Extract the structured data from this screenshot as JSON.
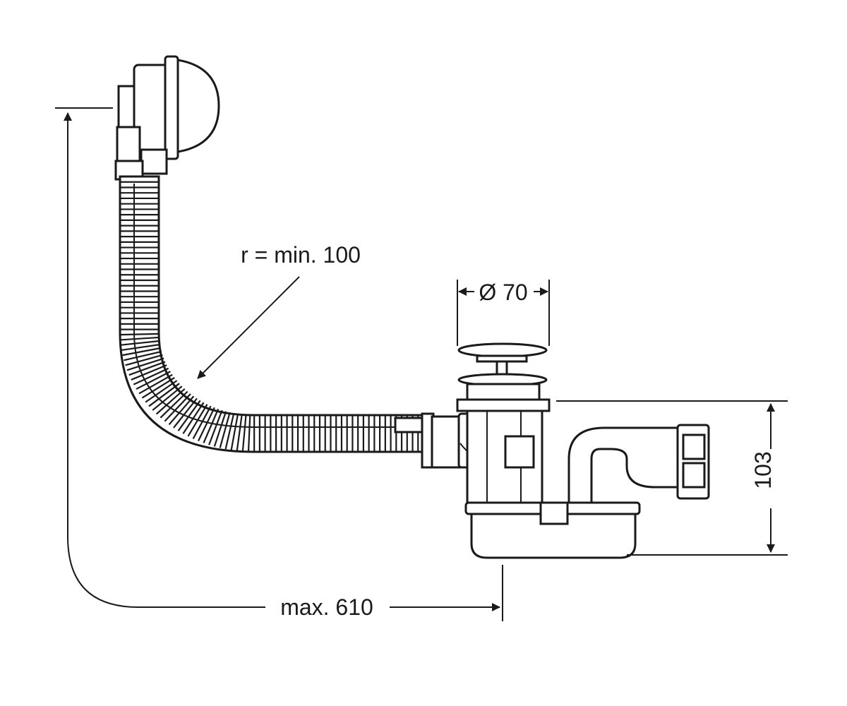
{
  "labels": {
    "bend_radius": "r = min. 100",
    "diameter": "Ø 70",
    "height": "103",
    "length": "max. 610"
  }
}
